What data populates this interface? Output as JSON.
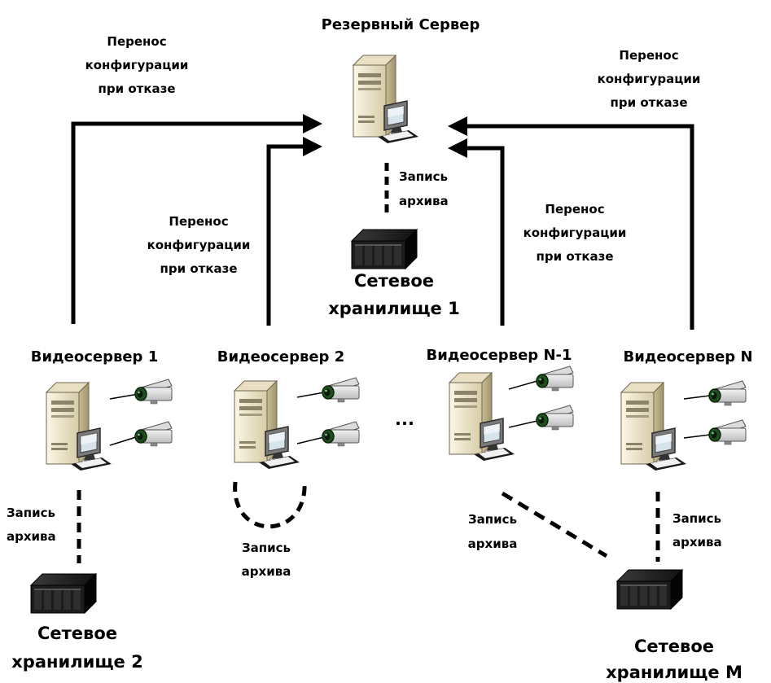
{
  "reserve_server": {
    "title": "Резервный Сервер"
  },
  "failover_label": [
    "Перенос",
    "конфигурации",
    "при отказе"
  ],
  "archive_label": [
    "Запись",
    "архива"
  ],
  "video_servers": [
    {
      "title": "Видеосервер 1"
    },
    {
      "title": "Видеосервер 2"
    },
    {
      "title": "Видеосервер N-1"
    },
    {
      "title": "Видеосервер N"
    }
  ],
  "ellipsis": "...",
  "storages": [
    {
      "lines": [
        "Сетевое",
        "хранилище 1"
      ]
    },
    {
      "lines": [
        "Сетевое",
        "хранилище 2"
      ]
    },
    {
      "lines": [
        "Сетевое",
        "хранилище M"
      ]
    }
  ]
}
